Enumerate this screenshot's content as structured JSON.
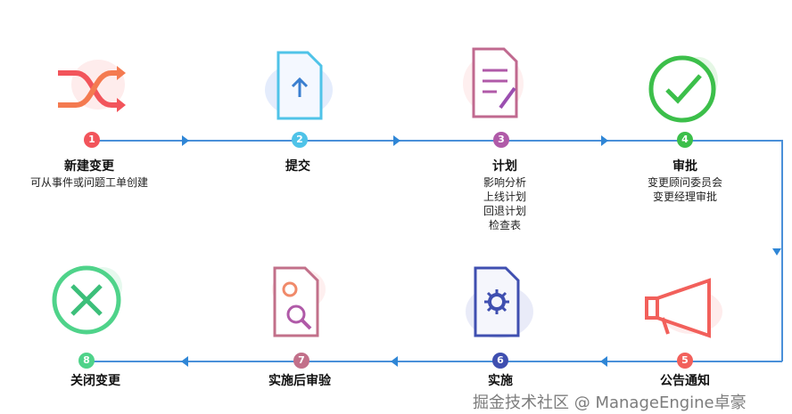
{
  "steps": [
    {
      "num": "1",
      "title": "新建变更",
      "desc": [
        "可从事件或问题工单创建"
      ],
      "icon": "shuffle-icon",
      "color": "#f2545b"
    },
    {
      "num": "2",
      "title": "提交",
      "desc": [],
      "icon": "upload-document-icon",
      "color": "#4fc3e8"
    },
    {
      "num": "3",
      "title": "计划",
      "desc": [
        "影响分析",
        "上线计划",
        "回退计划",
        "检查表"
      ],
      "icon": "plan-document-icon",
      "color": "#b05aa8"
    },
    {
      "num": "4",
      "title": "审批",
      "desc": [
        "变更顾问委员会",
        "变更经理审批"
      ],
      "icon": "checkmark-circle-icon",
      "color": "#3cbf4a"
    },
    {
      "num": "5",
      "title": "公告通知",
      "desc": [],
      "icon": "megaphone-icon",
      "color": "#f2605b"
    },
    {
      "num": "6",
      "title": "实施",
      "desc": [],
      "icon": "gear-document-icon",
      "color": "#3f4fb0"
    },
    {
      "num": "7",
      "title": "实施后审验",
      "desc": [],
      "icon": "review-document-icon",
      "color": "#c2708a"
    },
    {
      "num": "8",
      "title": "关闭变更",
      "desc": [],
      "icon": "close-circle-icon",
      "color": "#4fd38a"
    }
  ],
  "watermark": "掘金技术社区 @ ManageEngine卓豪"
}
